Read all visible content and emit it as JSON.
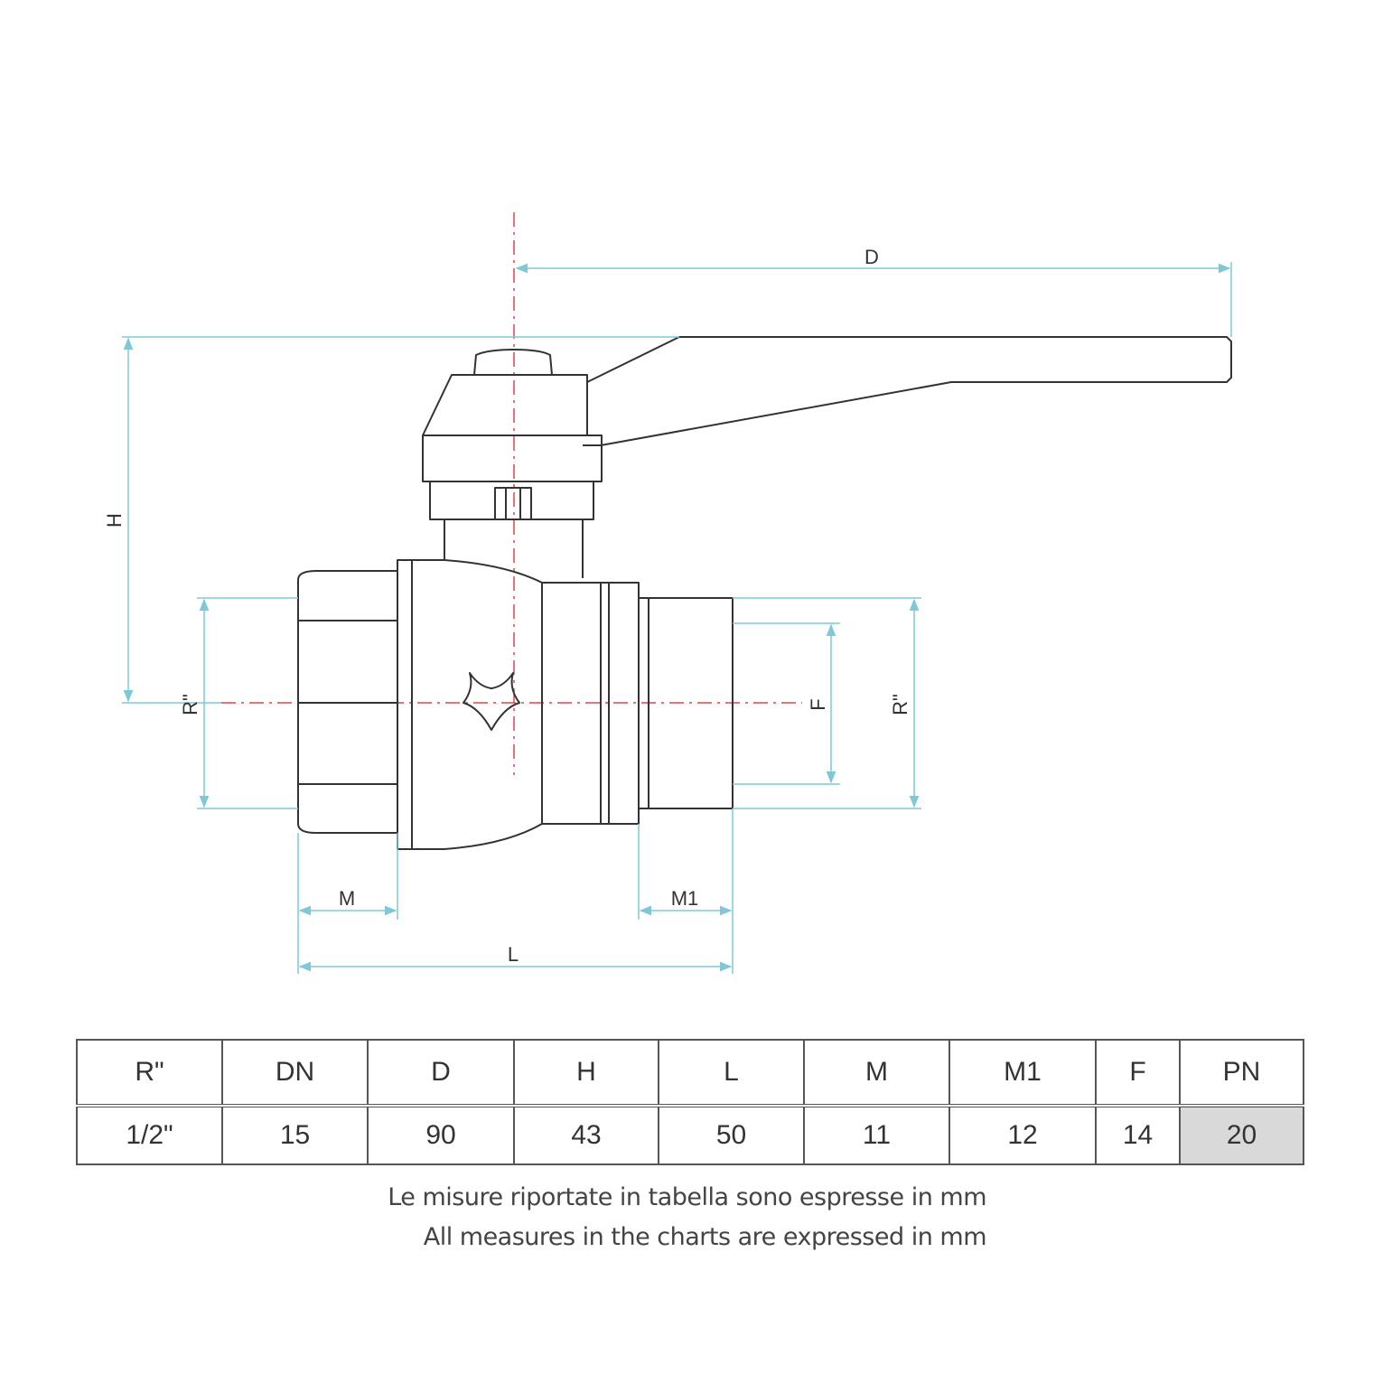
{
  "diagram": {
    "labels": {
      "D": "D",
      "H": "H",
      "R_left": "R\"",
      "R_right": "R\"",
      "F": "F",
      "M": "M",
      "M1": "M1",
      "L": "L"
    },
    "colors": {
      "outline": "#333333",
      "dimension": "#7fc8d8",
      "centerline": "#e0434a"
    }
  },
  "table": {
    "headers": [
      "R\"",
      "DN",
      "D",
      "H",
      "L",
      "M",
      "M1",
      "F",
      "PN"
    ],
    "row": [
      "1/2\"",
      "15",
      "90",
      "43",
      "50",
      "11",
      "12",
      "14",
      "20"
    ],
    "highlight_color": "#d9d9d9"
  },
  "notes": {
    "it": "Le misure riportate in tabella sono espresse in mm",
    "en": "All measures in the charts are expressed in mm"
  }
}
